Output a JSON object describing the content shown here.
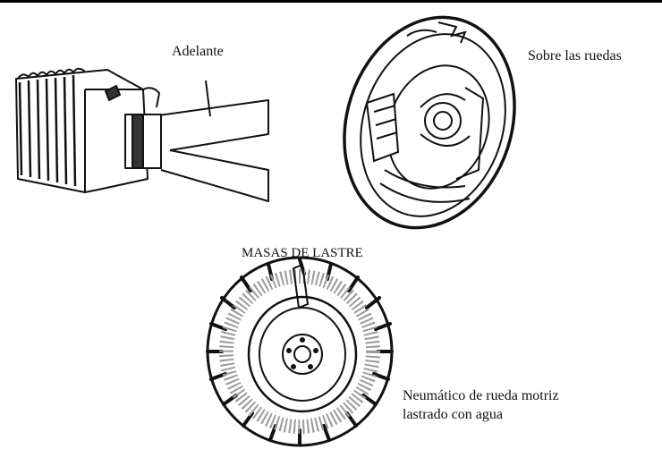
{
  "figure": {
    "labels": {
      "front": "Adelante",
      "on_wheels": "Sobre las ruedas",
      "title": "MASAS DE LASTRE",
      "water_line1": "Neumático de rueda motriz",
      "water_line2": "lastrado con agua"
    },
    "colors": {
      "ink": "#111111",
      "background": "#ffffff",
      "shade": "#9a9a9a"
    }
  }
}
